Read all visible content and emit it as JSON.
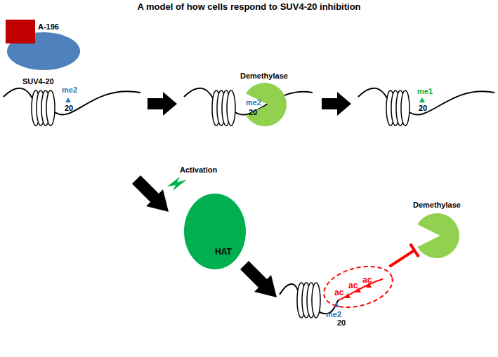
{
  "diagram": {
    "title": "A model of how cells respond to SUV4-20 inhibition",
    "nodes": [
      {
        "text": [
          "A-196"
        ]
      },
      {
        "text": [
          "SUV4-20"
        ]
      },
      {
        "text": [
          "Demethylase"
        ]
      },
      {
        "text": [
          "HAT"
        ]
      },
      {
        "text": [
          "Demethylase"
        ]
      },
      {
        "text": [
          "ac",
          "ac",
          "ac"
        ]
      }
    ],
    "edges": [
      {
        "from": 5,
        "to": 4,
        "arrow": "to"
      }
    ],
    "labels": [
      "me2",
      "20",
      "me2",
      "20",
      "me1",
      "20",
      "Activation",
      "me2",
      "20"
    ]
  }
}
